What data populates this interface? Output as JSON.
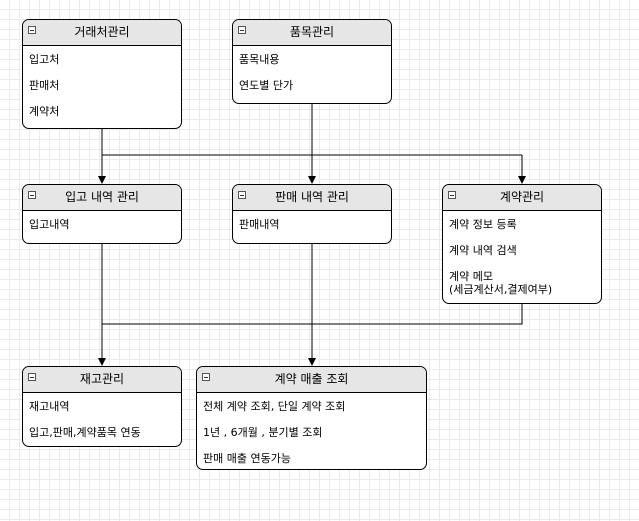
{
  "nodes": [
    {
      "id": "supplier",
      "title": "거래처관리",
      "items": [
        "입고처",
        "판매처",
        "계약처"
      ]
    },
    {
      "id": "product",
      "title": "품목관리",
      "items": [
        "품목내용",
        "연도별 단가"
      ]
    },
    {
      "id": "inbound",
      "title": "입고 내역 관리",
      "items": [
        "입고내역"
      ]
    },
    {
      "id": "sales",
      "title": "판매 내역 관리",
      "items": [
        "판매내역"
      ]
    },
    {
      "id": "contract",
      "title": "계약관리",
      "items": [
        "계약 정보 등록",
        "계약 내역 검색",
        "계약 메모\n(세금계산서,결제여부)"
      ]
    },
    {
      "id": "inventory",
      "title": "재고관리",
      "items": [
        "재고내역",
        "입고,판매,계약품목 연동"
      ]
    },
    {
      "id": "revenue",
      "title": "계약 매출 조회",
      "items": [
        "전체 계약 조회, 단일 계약 조회",
        "1년 , 6개월 , 분기별 조회",
        "판매 매출 연동가능"
      ]
    }
  ],
  "edges": [
    {
      "from": "supplier",
      "to": "inbound"
    },
    {
      "from": "supplier",
      "to": "sales"
    },
    {
      "from": "supplier",
      "to": "contract"
    },
    {
      "from": "product",
      "to": "inbound"
    },
    {
      "from": "product",
      "to": "sales"
    },
    {
      "from": "product",
      "to": "contract"
    },
    {
      "from": "inbound",
      "to": "inventory"
    },
    {
      "from": "sales",
      "to": "inventory"
    },
    {
      "from": "contract",
      "to": "inventory"
    },
    {
      "from": "sales",
      "to": "revenue"
    }
  ]
}
